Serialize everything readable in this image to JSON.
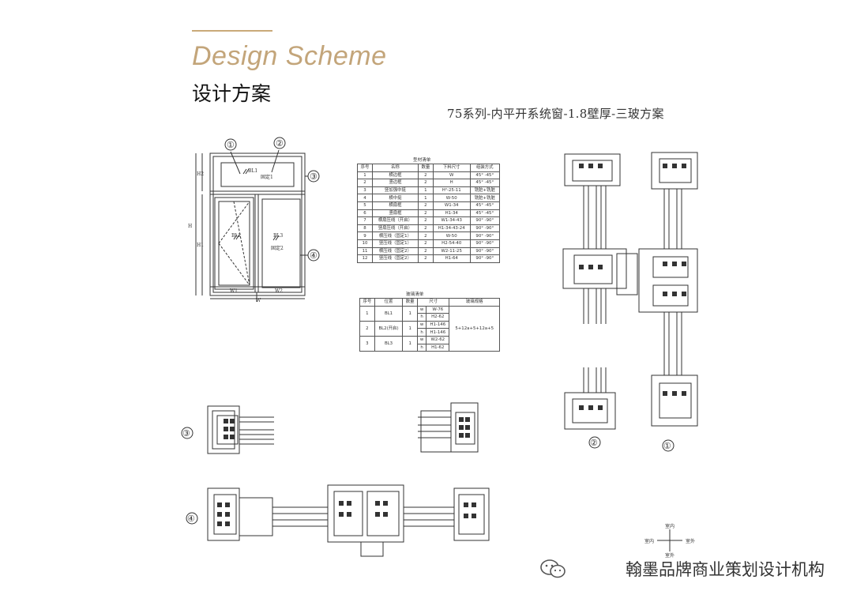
{
  "header": {
    "title_en": "Design Scheme",
    "title_cn": "设计方案",
    "subtitle": "75系列-内平开系统窗-1.8壁厚-三玻方案"
  },
  "elevation": {
    "callouts": [
      "①",
      "②",
      "③",
      "④"
    ],
    "panes": {
      "top": {
        "id": "BL1",
        "label": "固定1"
      },
      "left": {
        "id": "BL2"
      },
      "right": {
        "id": "BL3",
        "label": "固定2"
      }
    },
    "dims": {
      "w1": "W1",
      "w2": "W2",
      "w": "W",
      "h": "H",
      "h1": "H1",
      "h2": "H2"
    }
  },
  "profile_table": {
    "caption": "型材清单",
    "headers": [
      "序号",
      "名称",
      "数量",
      "下料尺寸",
      "组装方式"
    ],
    "rows": [
      [
        "1",
        "横边框",
        "2",
        "W",
        "45° -45°"
      ],
      [
        "2",
        "竖边框",
        "2",
        "H",
        "45° -45°"
      ],
      [
        "3",
        "竖加强中挺",
        "1",
        "H²-25-11",
        "铣脏+铣脏"
      ],
      [
        "4",
        "横中挺",
        "1",
        "W-50",
        "铣脏+铣脏"
      ],
      [
        "5",
        "横扇框",
        "2",
        "W1-34",
        "45° -45°"
      ],
      [
        "6",
        "竖扇框",
        "2",
        "H1-34",
        "45° -45°"
      ],
      [
        "7",
        "横扇压线（开启）",
        "2",
        "W1-34-43",
        "90° -90°"
      ],
      [
        "8",
        "竖扇压线（开启）",
        "2",
        "H1-34-43-24",
        "90° -90°"
      ],
      [
        "9",
        "横压线（固定1）",
        "2",
        "W-50",
        "90° -90°"
      ],
      [
        "10",
        "竖压线（固定1）",
        "2",
        "H2-54-40",
        "90° -90°"
      ],
      [
        "11",
        "横压线（固定2）",
        "2",
        "W2-11-25",
        "90° -90°"
      ],
      [
        "12",
        "竖压线（固定2）",
        "2",
        "H1-64",
        "90° -90°"
      ]
    ]
  },
  "glass_table": {
    "caption": "玻璃清单",
    "headers": [
      "序号",
      "位置",
      "数量",
      "尺寸",
      "玻璃规格"
    ],
    "spec": "5+12a+5+12a+5",
    "rows": [
      {
        "no": "1",
        "pos": "BL1",
        "qty": "1",
        "w": "W-76",
        "h": "H2-62"
      },
      {
        "no": "2",
        "pos": "BL2(开启)",
        "qty": "1",
        "w": "H1-146",
        "h": "H1-146"
      },
      {
        "no": "3",
        "pos": "BL3",
        "qty": "1",
        "w": "W2-62",
        "h": "H1-62"
      }
    ],
    "wlabel": "w",
    "hlabel": "h"
  },
  "sections": {
    "label_1": "①",
    "label_2": "②",
    "label_3": "③",
    "label_4": "④"
  },
  "compass": {
    "in_top": "室内",
    "in_left": "室内",
    "out_right": "室外",
    "out_bottom": "室外"
  },
  "watermark": {
    "text": "翰墨品牌商业策划设计机构"
  },
  "colors": {
    "accent": "#c3a57a",
    "line": "#333333"
  }
}
